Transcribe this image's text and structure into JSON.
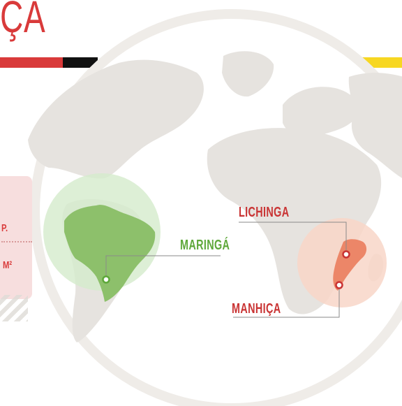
{
  "header": {
    "title_visible": "ÇA"
  },
  "card": {
    "pop_fragment": "P.",
    "area_fragment": "M²"
  },
  "locations": [
    {
      "name": "MARINGÁ",
      "country": "Brazil",
      "color": "#5ea83a"
    },
    {
      "name": "LICHINGA",
      "country": "Mozambique",
      "color": "#c93434"
    },
    {
      "name": "MANHIÇA",
      "country": "Mozambique",
      "color": "#c93434"
    }
  ],
  "colors": {
    "accent_red": "#d93a3a",
    "accent_black": "#111111",
    "accent_yellow": "#f7d722",
    "brazil_green": "#8dc06b",
    "mozambique_salmon": "#ec8668",
    "land_grey": "#e6e3df"
  }
}
